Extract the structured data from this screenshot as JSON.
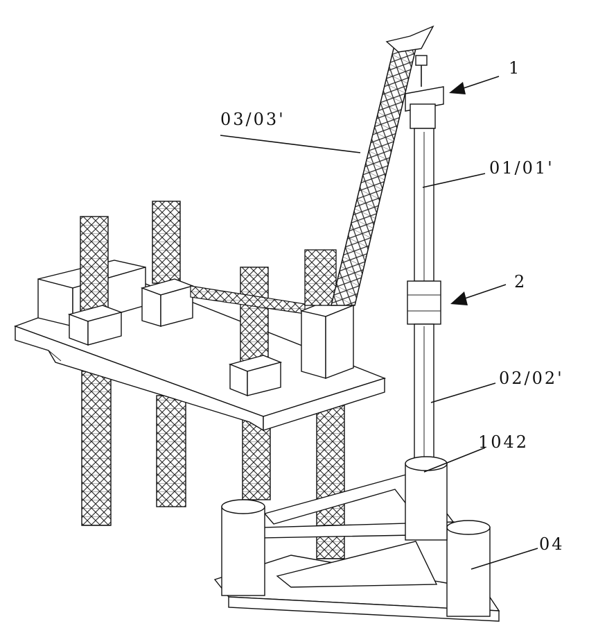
{
  "labels": {
    "l1": "1",
    "l2": "2",
    "l03": "03/03'",
    "l01": "01/01'",
    "l02": "02/02'",
    "l1042": "1042",
    "l04": "04"
  }
}
